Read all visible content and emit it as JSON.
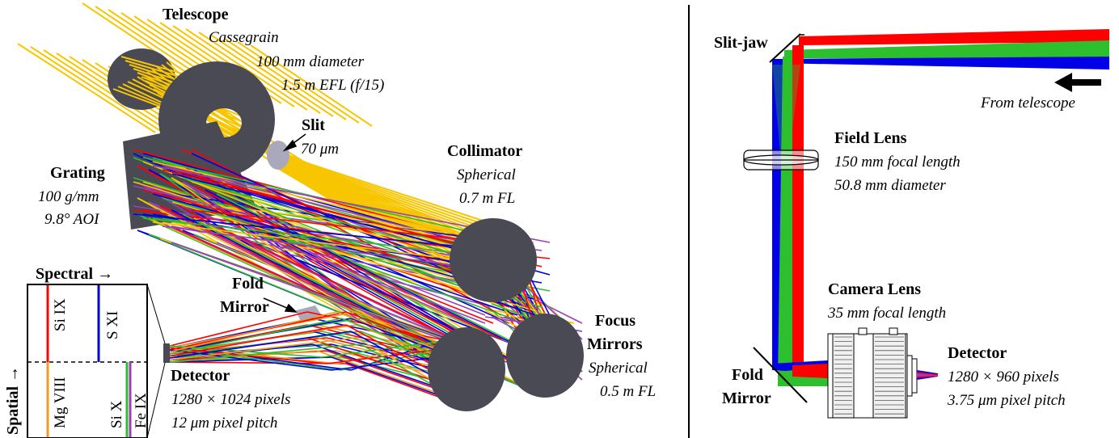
{
  "colors": {
    "yellow": "#f7c600",
    "red": "#ff0000",
    "blue": "#0000e6",
    "green": "#2dbf2d",
    "orange": "#f59a1b",
    "purple": "#9b3fb7",
    "optic": "#4a4a55",
    "optic_light": "#a9a9bb"
  },
  "left": {
    "telescope": {
      "title": "Telescope",
      "line1": "Cassegrain",
      "line2": "100 mm diameter",
      "line3": "1.5 m EFL (f/15)"
    },
    "slit": {
      "title": "Slit",
      "line1": "70 μm"
    },
    "grating": {
      "title": "Grating",
      "line1": "100 g/mm",
      "line2": "9.8° AOI"
    },
    "collimator": {
      "title": "Collimator",
      "line1": "Spherical",
      "line2": "0.7 m FL"
    },
    "fold_mirror": {
      "line1": "Fold",
      "line2": "Mirror"
    },
    "focus_mirrors": {
      "line1": "Focus",
      "line2": "Mirrors",
      "line3": "Spherical",
      "line4": "0.5 m FL"
    },
    "detector": {
      "title": "Detector",
      "line1": "1280 × 1024 pixels",
      "line2": "12 μm pixel pitch"
    },
    "inset": {
      "spectral_label": "Spectral →",
      "spatial_label": "Spatial →",
      "lines": [
        "Si IX",
        "S XI",
        "Mg VIII",
        "Si X",
        "Fe IX"
      ]
    }
  },
  "right": {
    "slit_jaw": "Slit-jaw",
    "from_telescope": "From telescope",
    "field_lens": {
      "title": "Field Lens",
      "line1": "150 mm focal length",
      "line2": "50.8 mm diameter"
    },
    "camera_lens": {
      "title": "Camera Lens",
      "line1": "35 mm focal length"
    },
    "fold_mirror": {
      "line1": "Fold",
      "line2": "Mirror"
    },
    "detector": {
      "title": "Detector",
      "line1": "1280 × 960 pixels",
      "line2": "3.75 μm pixel pitch"
    }
  }
}
